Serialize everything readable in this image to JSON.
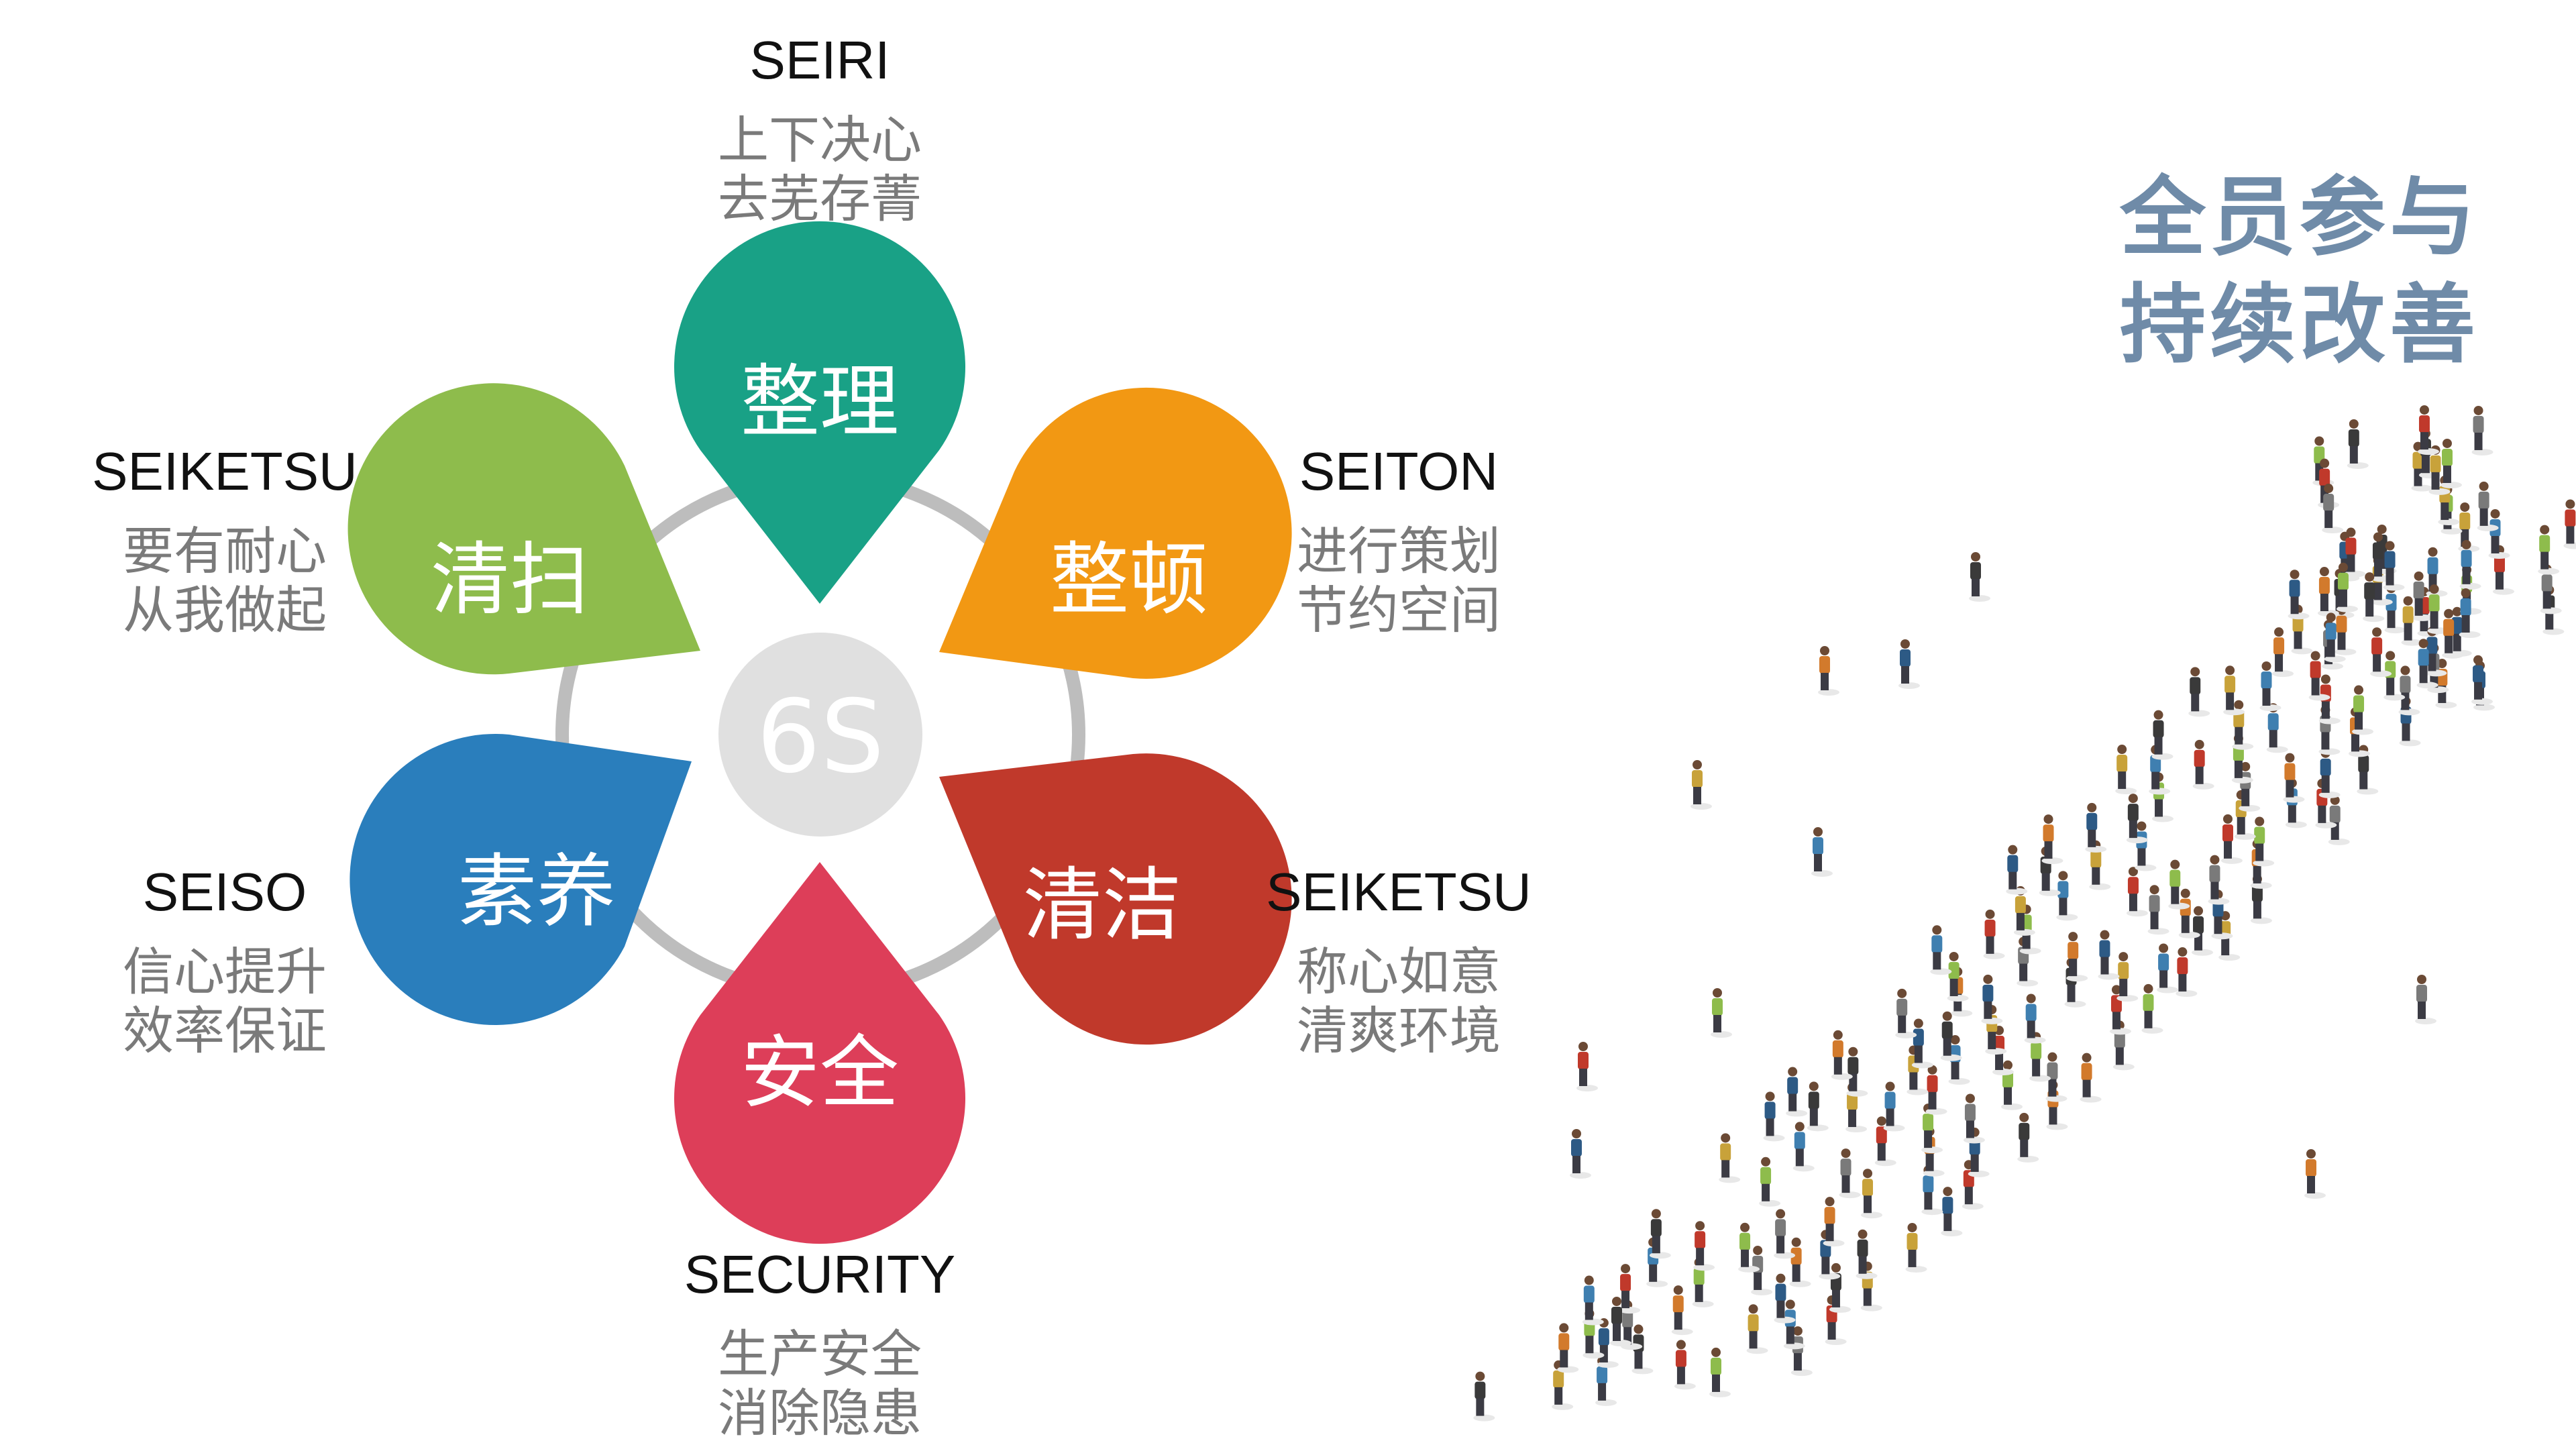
{
  "center": {
    "label": "6S"
  },
  "petals": {
    "seiri": {
      "label": "整理",
      "color": "#19a186"
    },
    "seiton": {
      "label": "整顿",
      "color": "#f29813"
    },
    "seiketsu": {
      "label": "清洁",
      "color": "#c0392b"
    },
    "security": {
      "label": "安全",
      "color": "#dd3e59"
    },
    "shitsuke": {
      "label": "素养",
      "color": "#2a7ebc"
    },
    "seiso": {
      "label": "清扫",
      "color": "#8ebc4c"
    }
  },
  "annotations": {
    "seiri": {
      "en": "SEIRI",
      "zh1": "上下决心",
      "zh2": "去芜存菁"
    },
    "seiton": {
      "en": "SEITON",
      "zh1": "进行策划",
      "zh2": "节约空间"
    },
    "seiketsu": {
      "en": "SEIKETSU",
      "zh1": "称心如意",
      "zh2": "清爽环境"
    },
    "security": {
      "en": "SECURITY",
      "zh1": "生产安全",
      "zh2": "消除隐患"
    },
    "seiso": {
      "en": "SEISO",
      "zh1": "信心提升",
      "zh2": "效率保证"
    },
    "upper_left": {
      "en": "SEIKETSU",
      "zh1": "要有耐心",
      "zh2": "从我做起"
    }
  },
  "slogan": {
    "line1": "全员参与",
    "line2": "持续改善"
  },
  "crowd_colors": [
    "#3a3a3a",
    "#c8a23a",
    "#3f7fb0",
    "#c0392b",
    "#8ebc4c",
    "#7a7a7a",
    "#d27a2c",
    "#2d5a85"
  ]
}
